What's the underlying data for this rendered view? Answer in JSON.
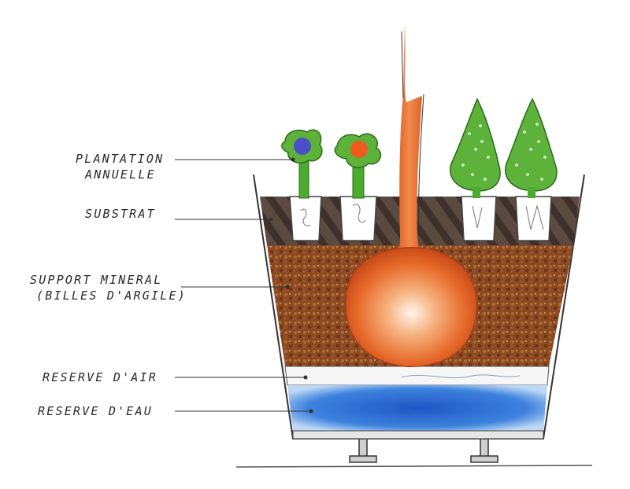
{
  "labels": {
    "plantation": {
      "line1": "PLANTATION",
      "line2": "ANNUELLE"
    },
    "substrat": "SUBSTRAT",
    "support": {
      "line1": "SUPPORT MINERAL",
      "line2": "(BILLES D'ARGILE)"
    },
    "air": "RESERVE D'AIR",
    "eau": "RESERVE D'EAU"
  },
  "colors": {
    "substrate": "#4a3a32",
    "mineral": "#8a4a22",
    "bulb": "#e07a3a",
    "air": "#f4f4f4",
    "water": "#2f6fd0",
    "foliage": "#5db33a",
    "flower_blue": "#4a4fc8",
    "flower_orange": "#f05a1e"
  }
}
